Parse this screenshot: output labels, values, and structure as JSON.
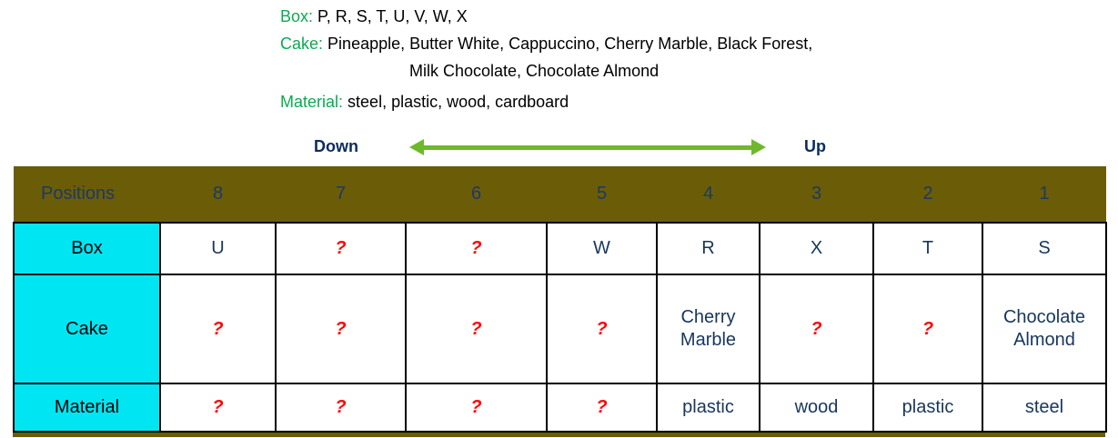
{
  "legend": {
    "box_label": "Box:",
    "box_values": "P, R, S, T, U, V, W, X",
    "cake_label": "Cake:",
    "cake_values_line1": "Pineapple, Butter White, Cappuccino, Cherry Marble, Black Forest,",
    "cake_values_line2": "Milk Chocolate, Chocolate Almond",
    "material_label": "Material:",
    "material_values": "steel, plastic, wood, cardboard"
  },
  "direction": {
    "down_label": "Down",
    "up_label": "Up"
  },
  "table": {
    "header": {
      "label": "Positions",
      "positions": [
        "8",
        "7",
        "6",
        "5",
        "4",
        "3",
        "2",
        "1"
      ]
    },
    "rows": [
      {
        "label": "Box",
        "cells": [
          "U",
          "?",
          "?",
          "W",
          "R",
          "X",
          "T",
          "S"
        ]
      },
      {
        "label": "Cake",
        "cells": [
          "?",
          "?",
          "?",
          "?",
          "Cherry Marble",
          "?",
          "?",
          "Chocolate Almond"
        ]
      },
      {
        "label": "Material",
        "cells": [
          "?",
          "?",
          "?",
          "?",
          "plastic",
          "wood",
          "plastic",
          "steel"
        ]
      }
    ],
    "unknown_marker": "?"
  },
  "colors": {
    "header_bg": "#6b5c08",
    "header_text": "#1c3a63",
    "row_label_bg": "#00e5f2",
    "cell_text": "#17365d",
    "legend_green": "#0caa4f",
    "arrow_green": "#6eb92b",
    "unknown_red": "#ff0000",
    "direction_text": "#0b2c5e"
  }
}
